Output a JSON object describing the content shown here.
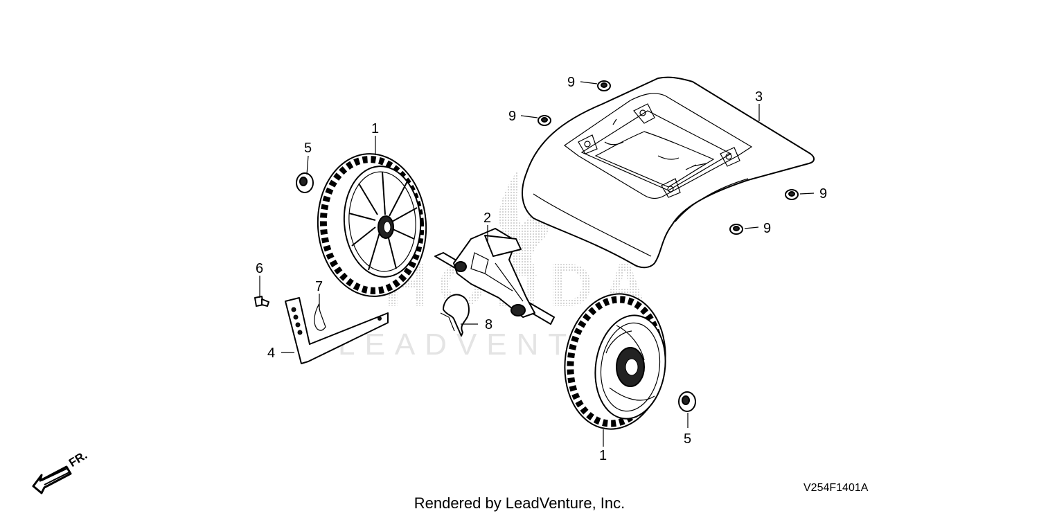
{
  "callouts": {
    "wheel": "1",
    "pivot_bracket": "2",
    "top_cover": "3",
    "height_lever": "4",
    "wheel_nut": "5",
    "bolt": "6",
    "pin": "7",
    "clip": "8",
    "grommet": "9"
  },
  "footer": "Rendered by LeadVenture, Inc.",
  "diagram_code": "V254F1401A",
  "direction_label": "FR.",
  "watermark": {
    "brand": "HONDA",
    "sub": "LEADVENTURE"
  },
  "colors": {
    "line": "#000000",
    "watermark": "#d9d9d9"
  }
}
